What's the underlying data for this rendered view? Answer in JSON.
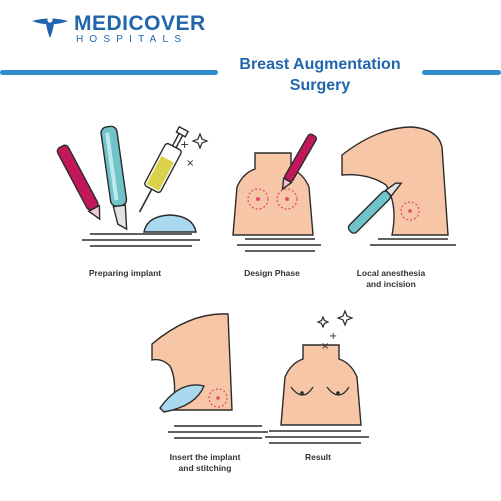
{
  "brand": {
    "name": "MEDICOVER",
    "sub": "HOSPITALS",
    "color": "#2166ac",
    "accent": "#2f8fcd"
  },
  "title": "Breast Augmentation Surgery",
  "steps": [
    {
      "label": "Preparing implant",
      "icon": "implant-tools-icon"
    },
    {
      "label": "Design Phase",
      "icon": "marked-chest-icon"
    },
    {
      "label": "Local anesthesia\nand incision",
      "icon": "scalpel-incision-icon"
    },
    {
      "label": "Insert the implant\nand stitching",
      "icon": "implant-insertion-icon"
    },
    {
      "label": "Result",
      "icon": "result-chest-icon"
    }
  ]
}
